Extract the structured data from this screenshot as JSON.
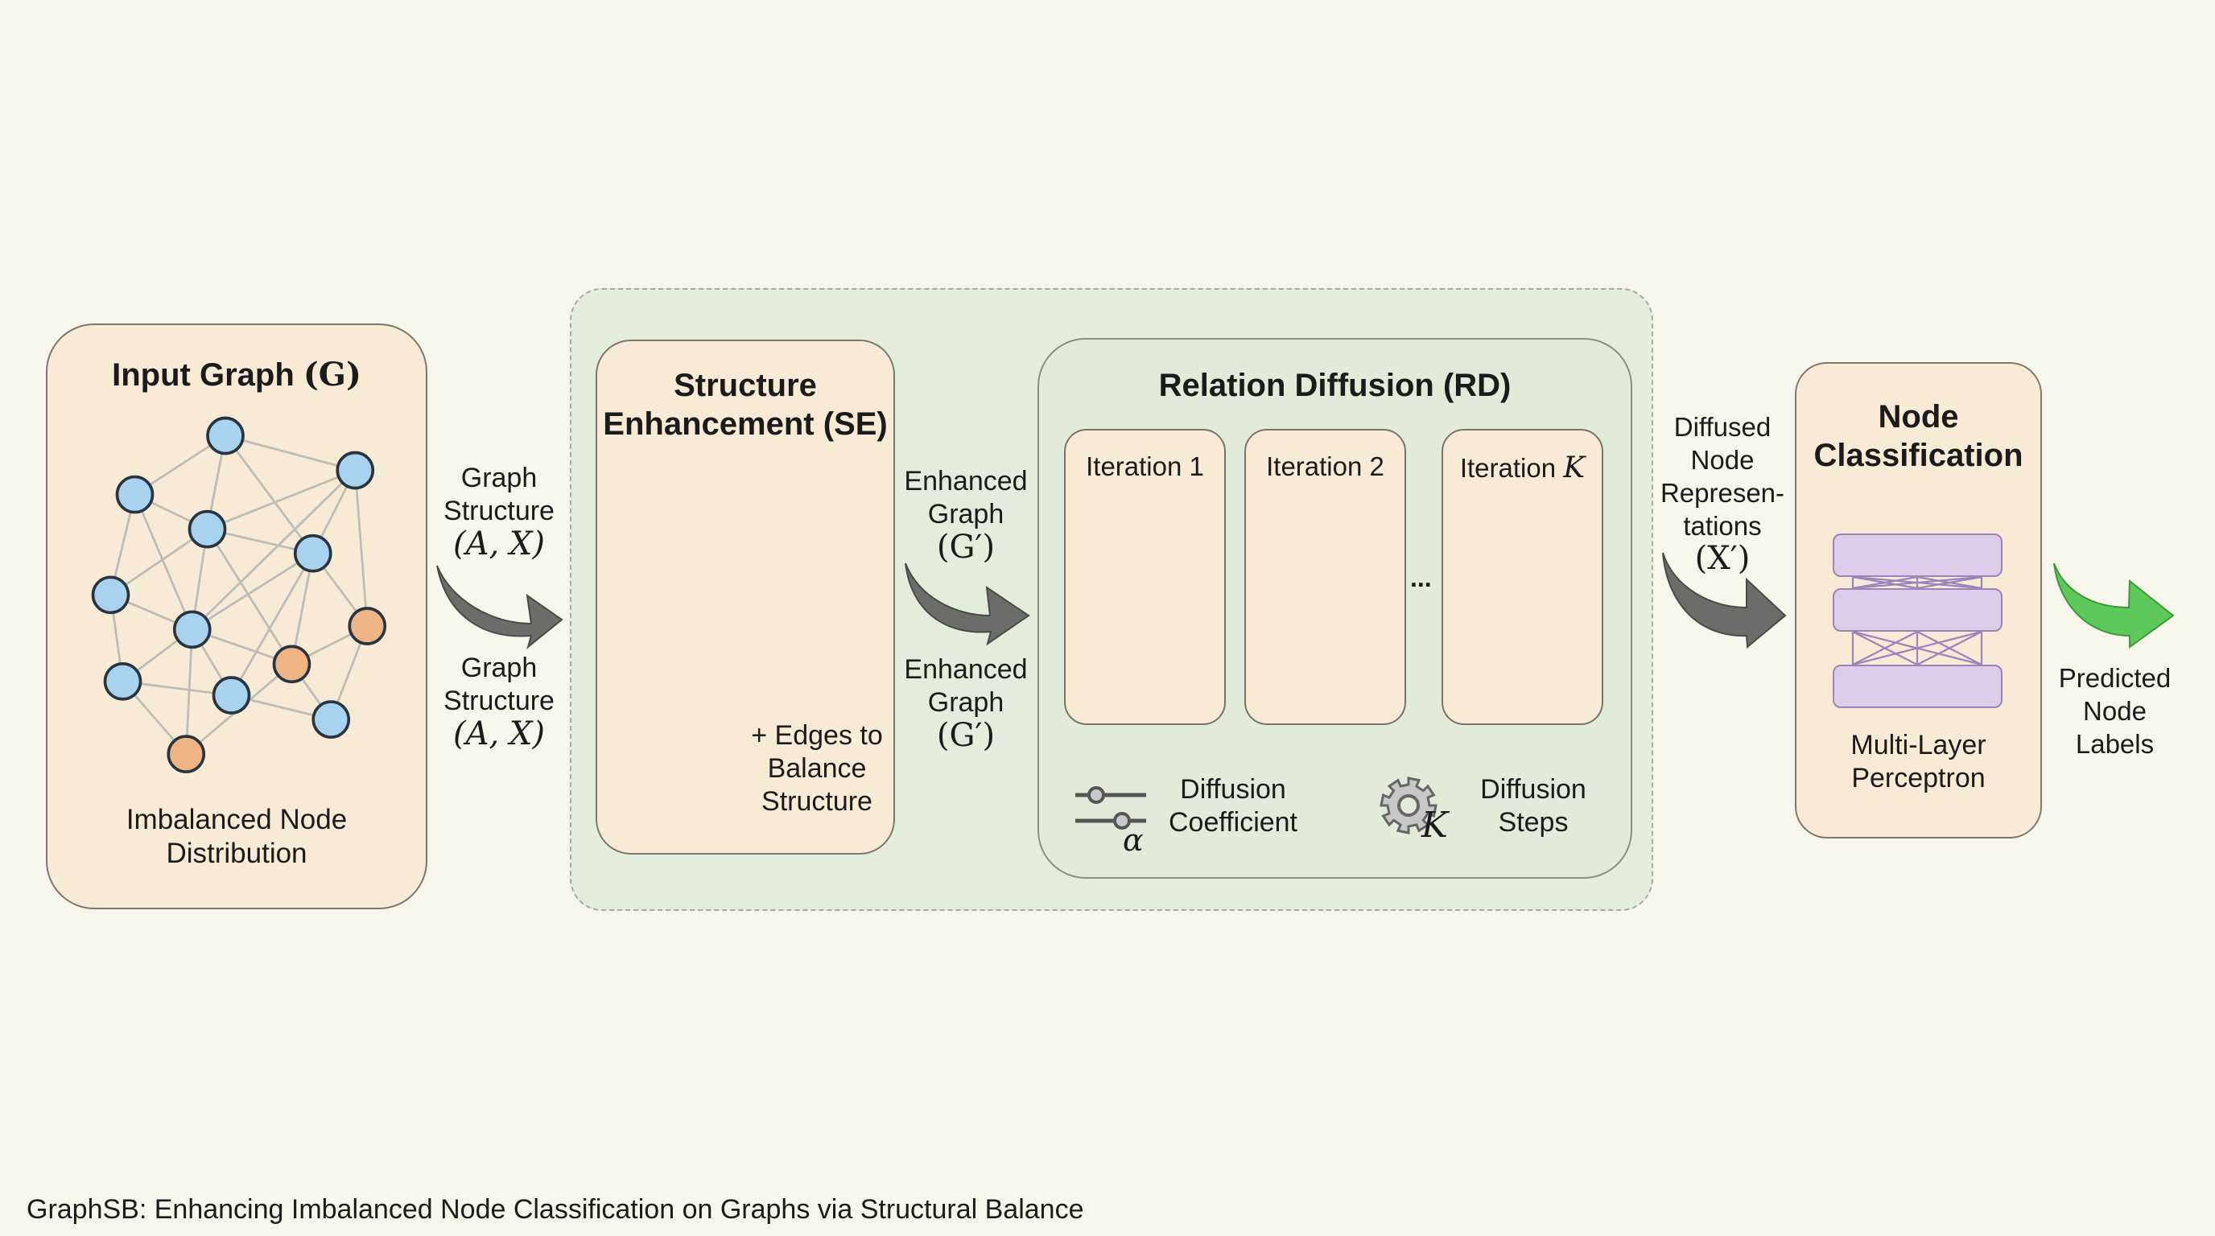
{
  "caption": "GraphSB: Enhancing Imbalanced Node Classification on Graphs via Structural Balance",
  "colors": {
    "background": "#f7f6ec",
    "panel_fill": "#f7ebd6",
    "group_fill": "#e4ecdb",
    "majority_node": "#a9d2ee",
    "minority_node": "#efb384",
    "node_stroke": "#2a3440",
    "edge": "#bdbdb8",
    "added_edge": "#555555",
    "mlp_layer": "#dccdea",
    "mlp_stroke": "#9a84bb",
    "arrow_gray": "#6c6c6a",
    "arrow_green": "#5fc85a"
  },
  "input_graph": {
    "title_text": "Input Graph ",
    "title_math": "(G)",
    "caption_line1": "Imbalanced Node",
    "caption_line2": "Distribution"
  },
  "arrow_input_to_se": {
    "top_line1": "Graph",
    "top_line2": "Structure",
    "top_math": "(A, X)",
    "bottom_line1": "Graph",
    "bottom_line2": "Structure",
    "bottom_math": "(A, X)"
  },
  "structure_enhancement": {
    "title_line1": "Structure",
    "title_line2": "Enhancement (SE)",
    "note_line1": "+ Edges to",
    "note_line2": "Balance",
    "note_line3": "Structure"
  },
  "arrow_se_to_rd": {
    "top_line1": "Enhanced",
    "top_line2": "Graph",
    "top_math": "(G′)",
    "bottom_line1": "Enhanced",
    "bottom_line2": "Graph",
    "bottom_math": "(G′)"
  },
  "relation_diffusion": {
    "title": "Relation Diffusion (RD)",
    "iterations": [
      {
        "label": "Iteration 1",
        "math": "",
        "glow": "none"
      },
      {
        "label": "Iteration 2",
        "math": "",
        "glow": "blue"
      },
      {
        "label": "Iteration ",
        "math": "K",
        "glow": "orange"
      }
    ],
    "ellipsis": "...",
    "param_coefficient": {
      "icon": "slider-icon",
      "symbol": "α",
      "line1": "Diffusion",
      "line2": "Coefficient"
    },
    "param_steps": {
      "icon": "gear-icon",
      "symbol": "K",
      "line1": "Diffusion",
      "line2": "Steps"
    }
  },
  "arrow_rd_to_nc": {
    "line1": "Diffused",
    "line2": "Node",
    "line3": "Represen-",
    "line4": "tations",
    "math": "(X′)"
  },
  "node_classification": {
    "title_line1": "Node",
    "title_line2": "Classification",
    "layers": 3,
    "caption_line1": "Multi-Layer",
    "caption_line2": "Perceptron"
  },
  "output": {
    "line1": "Predicted",
    "line2": "Node",
    "line3": "Labels"
  }
}
